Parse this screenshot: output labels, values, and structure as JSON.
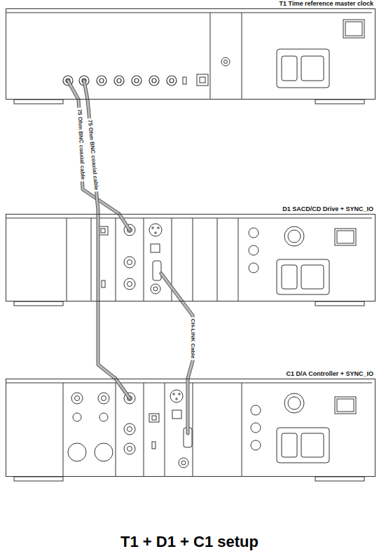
{
  "diagram": {
    "caption": "T1 + D1 + C1 setup",
    "nodes": [
      {
        "text": [
          "T1 Time reference master clock"
        ]
      },
      {
        "text": [
          "D1 SACD/CD Drive + SYNC_IO"
        ]
      },
      {
        "text": [
          "C1 D/A Controller + SYNC_IO"
        ]
      }
    ],
    "edges": [
      {
        "from": 0,
        "to": 1,
        "arrow": "none",
        "label": "75 Ohm BNC coaxial cable"
      },
      {
        "from": 0,
        "to": 2,
        "arrow": "none",
        "label": "75 Ohm BNC coaxial cable"
      },
      {
        "from": 1,
        "to": 2,
        "arrow": "none",
        "label": "CH-LINK Cable"
      }
    ]
  }
}
